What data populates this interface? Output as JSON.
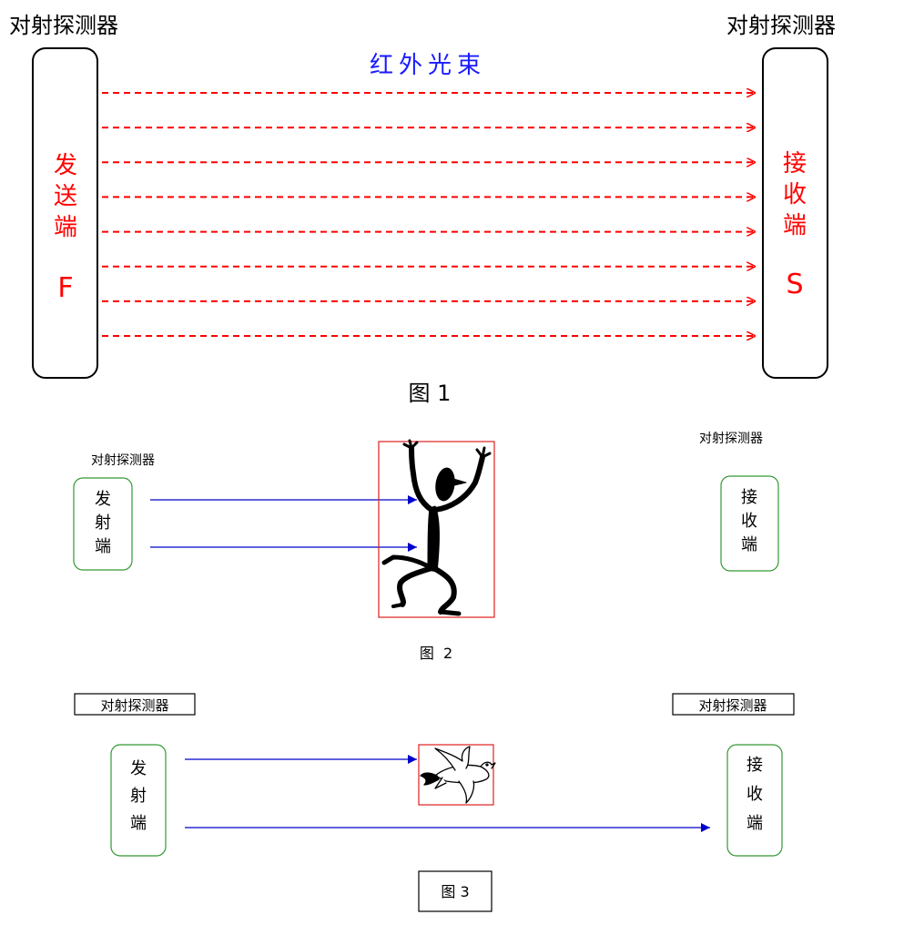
{
  "figure1": {
    "left_label": "对射探测器",
    "right_label": "对射探测器",
    "beam_label": "红外光束",
    "transmitter": {
      "chars": [
        "发",
        "送",
        "端"
      ],
      "letter": "F"
    },
    "receiver": {
      "chars": [
        "接",
        "收",
        "端"
      ],
      "letter": "S"
    },
    "caption": "图 1",
    "beam_count": 8,
    "beam_color": "#ff0000",
    "text_color_red": "#ff0000",
    "text_color_blue": "#1a1aff"
  },
  "figure2": {
    "left_label": "对射探测器",
    "right_label": "对射探测器",
    "transmitter": {
      "chars": [
        "发",
        "射",
        "端"
      ]
    },
    "receiver": {
      "chars": [
        "接",
        "收",
        "端"
      ]
    },
    "obstacle": "person-icon",
    "caption": "图  2",
    "box_color": "#339933",
    "arrow_color": "#0000cc",
    "obstacle_border": "#e02020"
  },
  "figure3": {
    "left_label": "对射探测器",
    "right_label": "对射探测器",
    "transmitter": {
      "chars": [
        "发",
        "射",
        "端"
      ]
    },
    "receiver": {
      "chars": [
        "接",
        "收",
        "端"
      ]
    },
    "obstacle": "bird-icon",
    "caption": "图 3",
    "box_color": "#339933",
    "arrow_color": "#0000cc",
    "obstacle_border": "#e02020"
  }
}
